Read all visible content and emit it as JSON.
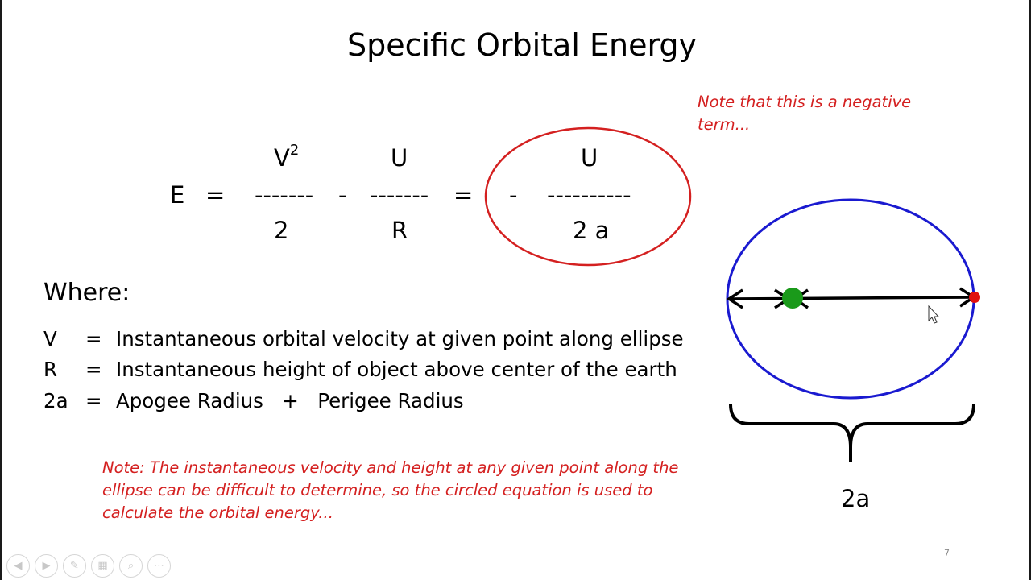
{
  "slide": {
    "title": "Specific Orbital Energy",
    "page_number": "7"
  },
  "equation": {
    "lhs": "E",
    "equals_1": "=",
    "term1_numerator_base": "V",
    "term1_numerator_exp": "2",
    "term1_bar": "-------",
    "term1_denominator": "2",
    "minus_1": "-",
    "term2_numerator": "U",
    "term2_bar": "-------",
    "term2_denominator": "R",
    "equals_2": "=",
    "minus_2": "-",
    "term3_numerator": "U",
    "term3_bar": "----------",
    "term3_denominator": "2 a"
  },
  "notes": {
    "negative_term": "Note that this is a negative term...",
    "bottom": "Note:  The instantaneous velocity and height at any given point along the ellipse can be difficult to determine, so the circled equation is used to calculate the orbital energy..."
  },
  "definitions": {
    "heading": "Where:",
    "rows": [
      {
        "symbol": "V",
        "eq": "=",
        "text": "Instantaneous orbital velocity at given point along ellipse"
      },
      {
        "symbol": "R",
        "eq": "=",
        "text": "Instantaneous height of object above center of the earth"
      },
      {
        "symbol": "2a",
        "eq": "=",
        "text": "Apogee Radius   +   Perigee Radius"
      }
    ]
  },
  "diagram": {
    "major_axis_label": "2a",
    "colors": {
      "ellipse": "#1a1ad0",
      "focus": "#1a9a1a",
      "satellite": "#e01010",
      "circle_highlight": "#d42020"
    }
  },
  "toolbar": {
    "items": [
      {
        "name": "previous-icon",
        "glyph": "◀"
      },
      {
        "name": "next-icon",
        "glyph": "▶"
      },
      {
        "name": "pen-icon",
        "glyph": "✎"
      },
      {
        "name": "slides-grid-icon",
        "glyph": "▦"
      },
      {
        "name": "zoom-icon",
        "glyph": "⌕"
      },
      {
        "name": "more-icon",
        "glyph": "⋯"
      }
    ]
  }
}
